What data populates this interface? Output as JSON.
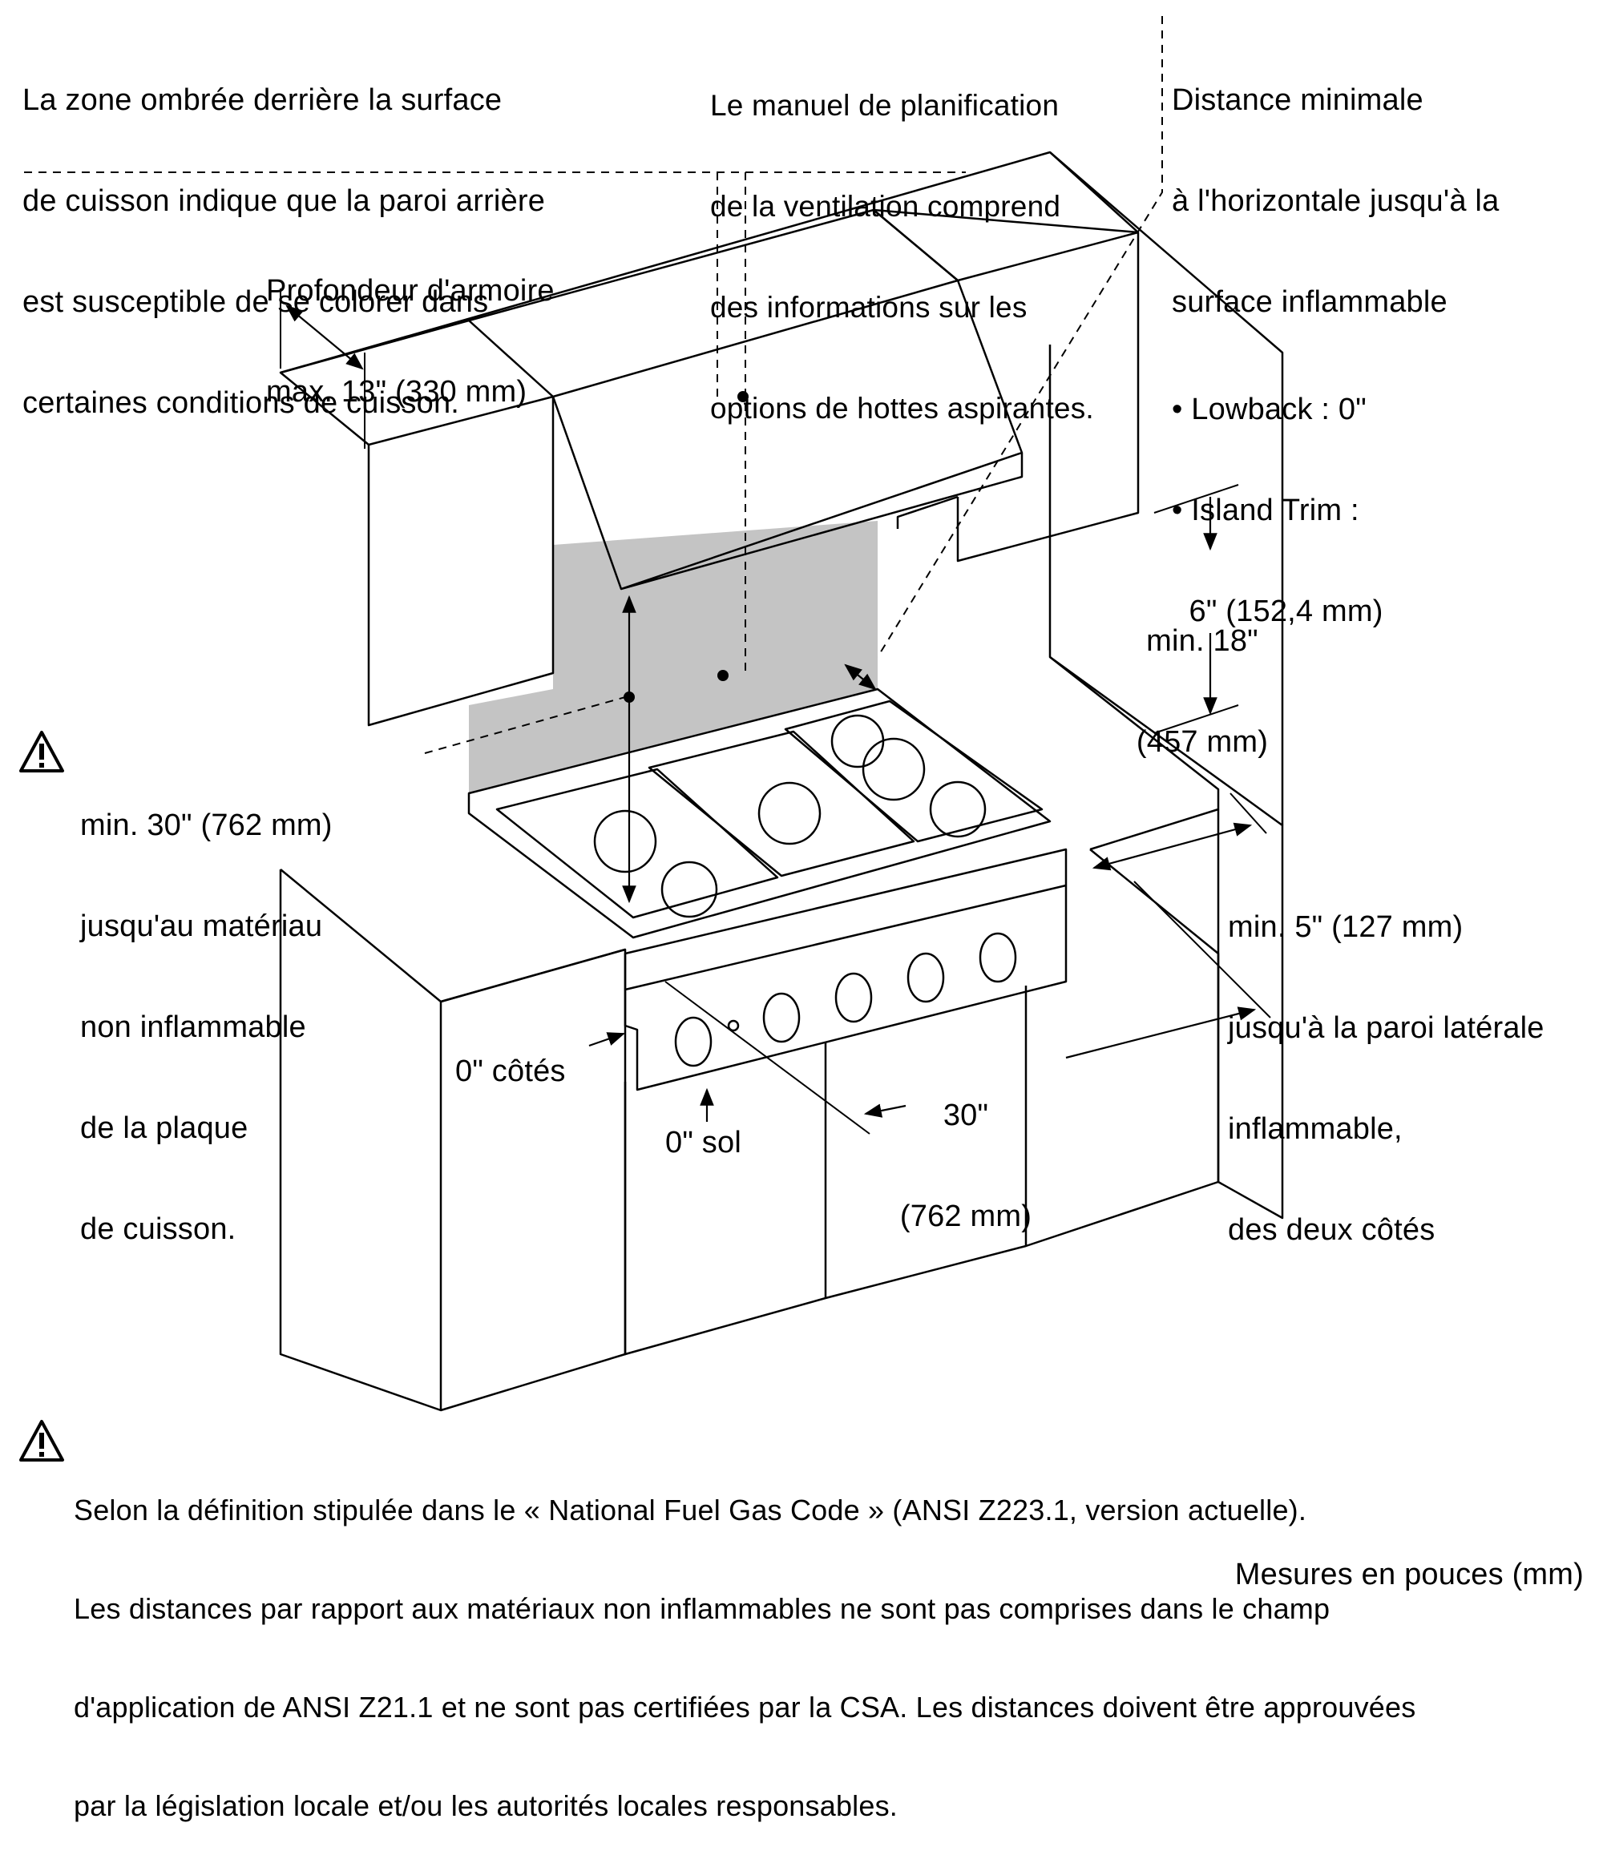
{
  "callouts": {
    "shaded_zone": [
      "La zone ombrée derrière la surface",
      "de cuisson indique que la paroi arrière",
      "est susceptible de se colorer dans",
      "certaines conditions de cuisson."
    ],
    "ventilation_manual": [
      "Le manuel de planification",
      "de la ventilation comprend",
      "des informations sur les",
      "options de hottes aspirantes."
    ],
    "horizontal_distance": [
      "Distance minimale",
      "à l'horizontale jusqu'à la",
      "surface inflammable",
      "• Lowback : 0\"",
      "• Island Trim :",
      "  6\" (152,4 mm)"
    ],
    "cabinet_depth": [
      "Profondeur d'armoire",
      "max. 13\" (330 mm)"
    ],
    "min_18": [
      "min. 18\"",
      "(457 mm)"
    ],
    "min_30": [
      "min. 30\" (762 mm)",
      "jusqu'au matériau",
      "non inflammable",
      "de la plaque",
      "de cuisson."
    ],
    "min_5": [
      "min. 5\" (127 mm)",
      "jusqu'à la paroi latérale",
      "inflammable,",
      "des deux côtés"
    ],
    "zero_sides": "0\" côtés",
    "zero_floor": "0\" sol",
    "width_30": [
      "30\"",
      "(762 mm)"
    ]
  },
  "footnote": [
    "Selon la définition stipulée dans le « National Fuel Gas Code » (ANSI Z223.1, version actuelle).",
    "Les distances par rapport aux matériaux non inflammables ne sont pas comprises dans le champ",
    "d'application de ANSI Z21.1 et ne sont pas certifiées par la CSA. Les distances doivent être approuvées",
    "par la législation locale et/ou les autorités locales responsables."
  ],
  "units_note": "Mesures en pouces (mm)",
  "icons": {
    "warning": "warning-triangle-icon"
  },
  "colors": {
    "shaded_area": "#c4c4c4",
    "line": "#000000"
  }
}
